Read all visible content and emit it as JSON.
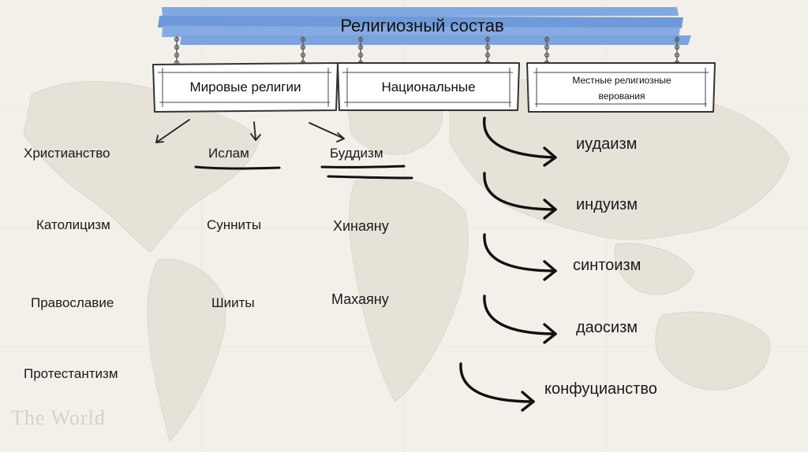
{
  "title": "Религиозный состав",
  "categories": {
    "world": "Мировые религии",
    "national": "Национальные",
    "local": "Местные религиозные верования"
  },
  "world_religions": {
    "christianity": {
      "name": "Христианство",
      "branches": [
        "Католицизм",
        "Православие",
        "Протестантизм"
      ]
    },
    "islam": {
      "name": "Ислам",
      "branches": [
        "Сунниты",
        "Шииты"
      ]
    },
    "buddhism": {
      "name": "Буддизм",
      "branches": [
        "Хинаяну",
        "Махаяну"
      ]
    }
  },
  "national_religions": [
    "иудаизм",
    "индуизм",
    "синтоизм",
    "даосизм",
    "конфуцианство"
  ],
  "watermark": "The World",
  "colors": {
    "banner_blue": "#7fa6e0",
    "board_fill": "#ffffff",
    "ink": "#1a1a1a"
  }
}
